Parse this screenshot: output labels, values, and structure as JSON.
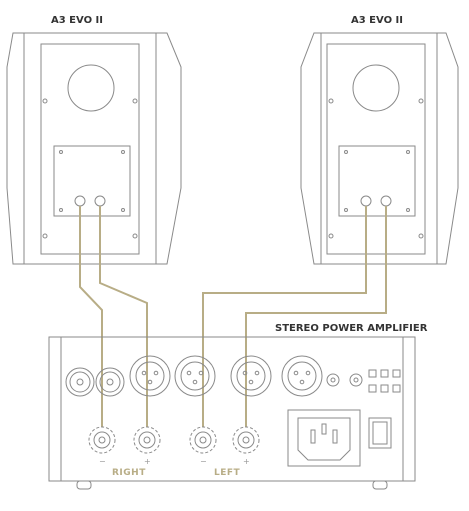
{
  "speakers": {
    "left_label": "A3 EVO II",
    "right_label": "A3 EVO II"
  },
  "amplifier": {
    "label": "STEREO POWER AMPLIFIER",
    "channel_right": "RIGHT",
    "channel_left": "LEFT",
    "minus": "−",
    "plus": "+"
  },
  "colors": {
    "line": "#8a8a8a",
    "cable": "#b8ad86",
    "channel_text": "#b8ad86",
    "face": "#ffffff"
  }
}
